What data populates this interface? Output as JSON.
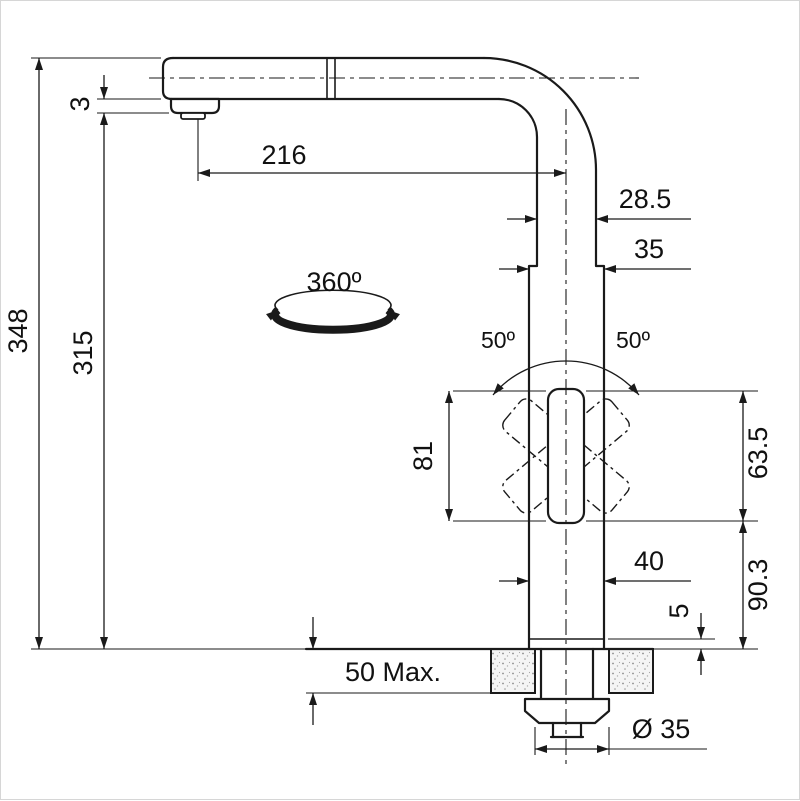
{
  "drawing": {
    "type": "technical-dimension-drawing",
    "subject": "pull-out kitchen mixer tap, side view with mounting detail",
    "background": "#ffffff",
    "line_color": "#1a1a1a",
    "counter_fill": "#f4f4f4",
    "labels": {
      "total_height": "348",
      "outlet_height": "315",
      "aerator_offset": "3",
      "spout_reach": "216",
      "upper_tube_width": "28.5",
      "tube_width": "35",
      "swivel_angle": "360º",
      "handle_swing_left": "50º",
      "handle_swing_right": "50º",
      "handle_length": "81",
      "handle_upper_height": "63.5",
      "handle_lower_height": "90.3",
      "base_width": "40",
      "base_clearance": "5",
      "max_counter_thickness": "50 Max.",
      "mounting_hole_diameter": "Ø 35"
    }
  }
}
